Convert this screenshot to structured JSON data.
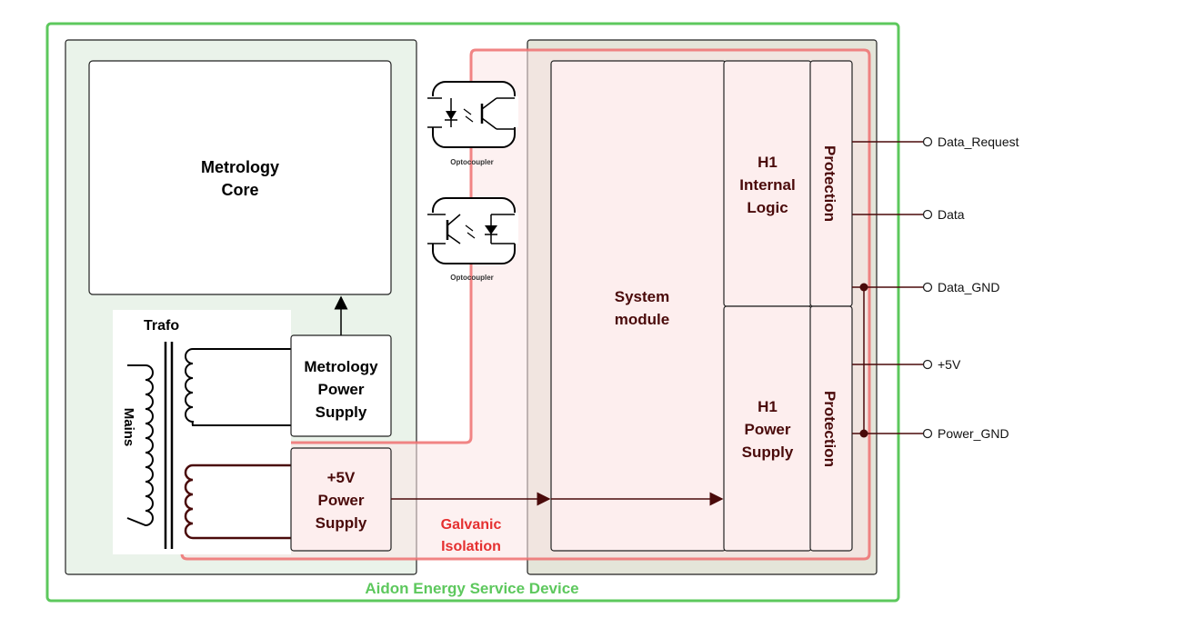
{
  "diagram": {
    "device_label": "Aidon Energy Service Device",
    "galvanic_isolation": [
      "Galvanic",
      "Isolation"
    ],
    "left": {
      "metrology_core": [
        "Metrology",
        "Core"
      ],
      "trafo": "Trafo",
      "mains": "Mains",
      "metrology_power_supply": [
        "Metrology",
        "Power",
        "Supply"
      ],
      "plus5v_power_supply": [
        "+5V",
        "Power",
        "Supply"
      ]
    },
    "optocouplers": [
      "Optocoupler",
      "Optocoupler"
    ],
    "right": {
      "system_module": [
        "System",
        "module"
      ],
      "h1_internal_logic": [
        "H1",
        "Internal",
        "Logic"
      ],
      "h1_power_supply": [
        "H1",
        "Power",
        "Supply"
      ],
      "protection_top": "Protection",
      "protection_bottom": "Protection"
    },
    "terminals": [
      "Data_Request",
      "Data",
      "Data_GND",
      "+5V",
      "Power_GND"
    ],
    "colors": {
      "device_border": "#5dc85d",
      "device_fill": "#eaf3ea",
      "isolation": "#e53030",
      "isolation_fill": "#fbe9e9",
      "module_fill": "#e4e5d9",
      "inner_fill": "#fdeeee",
      "wire_dark": "#4a0a0a"
    }
  }
}
